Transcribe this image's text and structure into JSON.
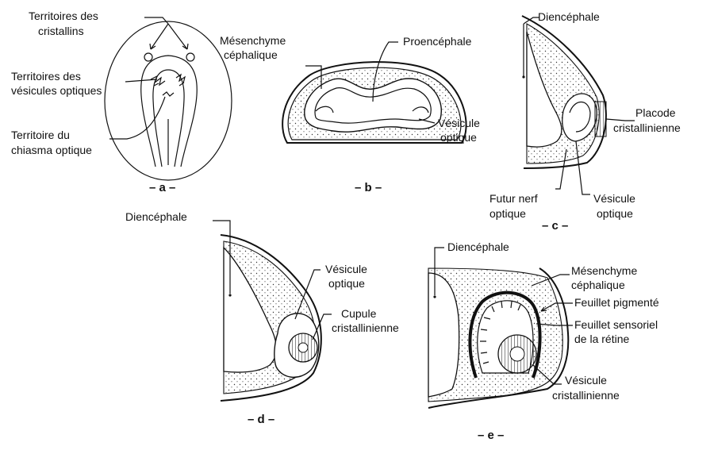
{
  "panels": {
    "a": {
      "caption": "– a –",
      "labels": {
        "lens_territories_1": "Territoires des",
        "lens_territories_2": "cristallins",
        "optic_vesicle_territories_1": "Territoires des",
        "optic_vesicle_territories_2": "vésicules optiques",
        "chiasma_territory_1": "Territoire du",
        "chiasma_territory_2": "chiasma optique"
      }
    },
    "b": {
      "caption": "– b –",
      "labels": {
        "mesenchyme_1": "Mésenchyme",
        "mesenchyme_2": "céphalique",
        "prosencephalon": "Proencéphale",
        "optic_vesicle_1": "Vésicule",
        "optic_vesicle_2": "optique"
      }
    },
    "c": {
      "caption": "– c –",
      "labels": {
        "diencephalon": "Diencéphale",
        "lens_placode_1": "Placode",
        "lens_placode_2": "cristallinienne",
        "optic_nerve_1": "Futur nerf",
        "optic_nerve_2": "optique",
        "optic_vesicle_1": "Vésicule",
        "optic_vesicle_2": "optique"
      }
    },
    "d": {
      "caption": "– d –",
      "labels": {
        "diencephalon": "Diencéphale",
        "optic_vesicle_1": "Vésicule",
        "optic_vesicle_2": "optique",
        "lens_cup_1": "Cupule",
        "lens_cup_2": "cristallinienne"
      }
    },
    "e": {
      "caption": "– e –",
      "labels": {
        "diencephalon": "Diencéphale",
        "mesenchyme_1": "Mésenchyme",
        "mesenchyme_2": "céphalique",
        "pigment_layer": "Feuillet pigmenté",
        "sensory_layer_1": "Feuillet sensoriel",
        "sensory_layer_2": "de la rétine",
        "lens_vesicle_1": "Vésicule",
        "lens_vesicle_2": "cristallinienne"
      }
    }
  }
}
